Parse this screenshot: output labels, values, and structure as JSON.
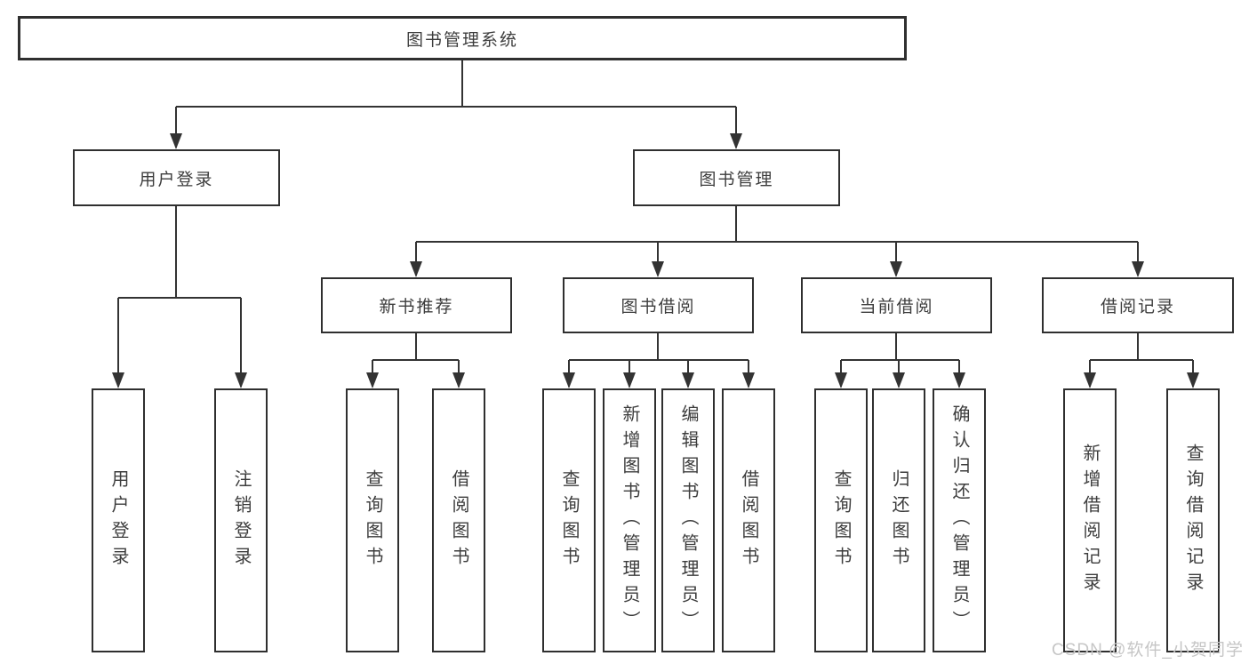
{
  "diagram_type": "hierarchy-tree",
  "colors": {
    "line": "#333333",
    "border": "#2f2f2f",
    "text": "#3d3d3d",
    "background": "#ffffff",
    "watermark": "#c6c6c6"
  },
  "tree": {
    "root": {
      "label": "图书管理系统",
      "children": [
        {
          "label": "用户登录",
          "children": [
            {
              "label": "用户登录"
            },
            {
              "label": "注销登录"
            }
          ]
        },
        {
          "label": "图书管理",
          "children": [
            {
              "label": "新书推荐",
              "children": [
                {
                  "label": "查询图书"
                },
                {
                  "label": "借阅图书"
                }
              ]
            },
            {
              "label": "图书借阅",
              "children": [
                {
                  "label": "查询图书"
                },
                {
                  "label": "新增图书（管理员）"
                },
                {
                  "label": "编辑图书（管理员）"
                },
                {
                  "label": "借阅图书"
                }
              ]
            },
            {
              "label": "当前借阅",
              "children": [
                {
                  "label": "查询图书"
                },
                {
                  "label": "归还图书"
                },
                {
                  "label": "确认归还（管理员）"
                }
              ]
            },
            {
              "label": "借阅记录",
              "children": [
                {
                  "label": "新增借阅记录"
                },
                {
                  "label": "查询借阅记录"
                }
              ]
            }
          ]
        }
      ]
    }
  },
  "watermark": "CSDN @软件_小贺同学"
}
